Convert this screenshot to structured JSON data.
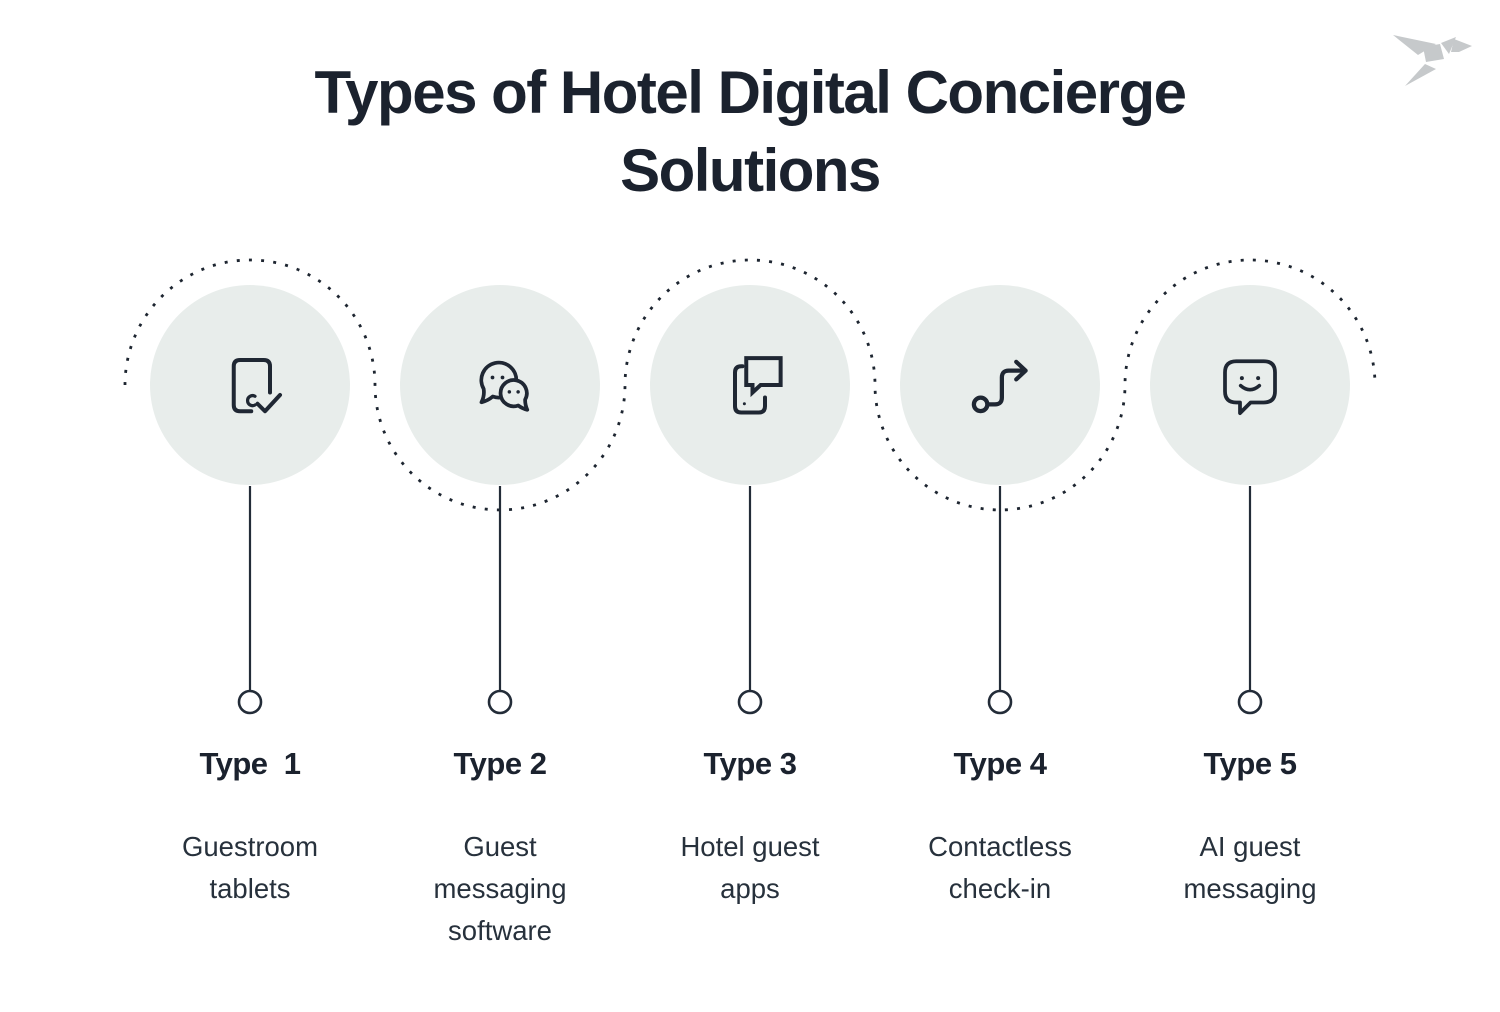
{
  "title": {
    "line1": "Types of Hotel Digital Concierge",
    "line2": "Solutions",
    "color": "#1b222e"
  },
  "logo": {
    "name": "origami-bird-logo",
    "color": "#c6c9cb"
  },
  "connector": {
    "style": "dotted-sine-wave",
    "ink_color": "#1d2530",
    "circle_fill": "#e8edeb"
  },
  "types": [
    {
      "label": "Type  1",
      "description": "Guestroom tablets",
      "icon": "tablet-check-icon"
    },
    {
      "label": "Type 2",
      "description": "Guest messaging software",
      "icon": "chat-bubbles-icon"
    },
    {
      "label": "Type 3",
      "description": "Hotel guest apps",
      "icon": "phone-message-icon"
    },
    {
      "label": "Type 4",
      "description": "Contactless check-in",
      "icon": "route-arrow-icon"
    },
    {
      "label": "Type 5",
      "description": "AI guest messaging",
      "icon": "smiley-chat-icon"
    }
  ]
}
